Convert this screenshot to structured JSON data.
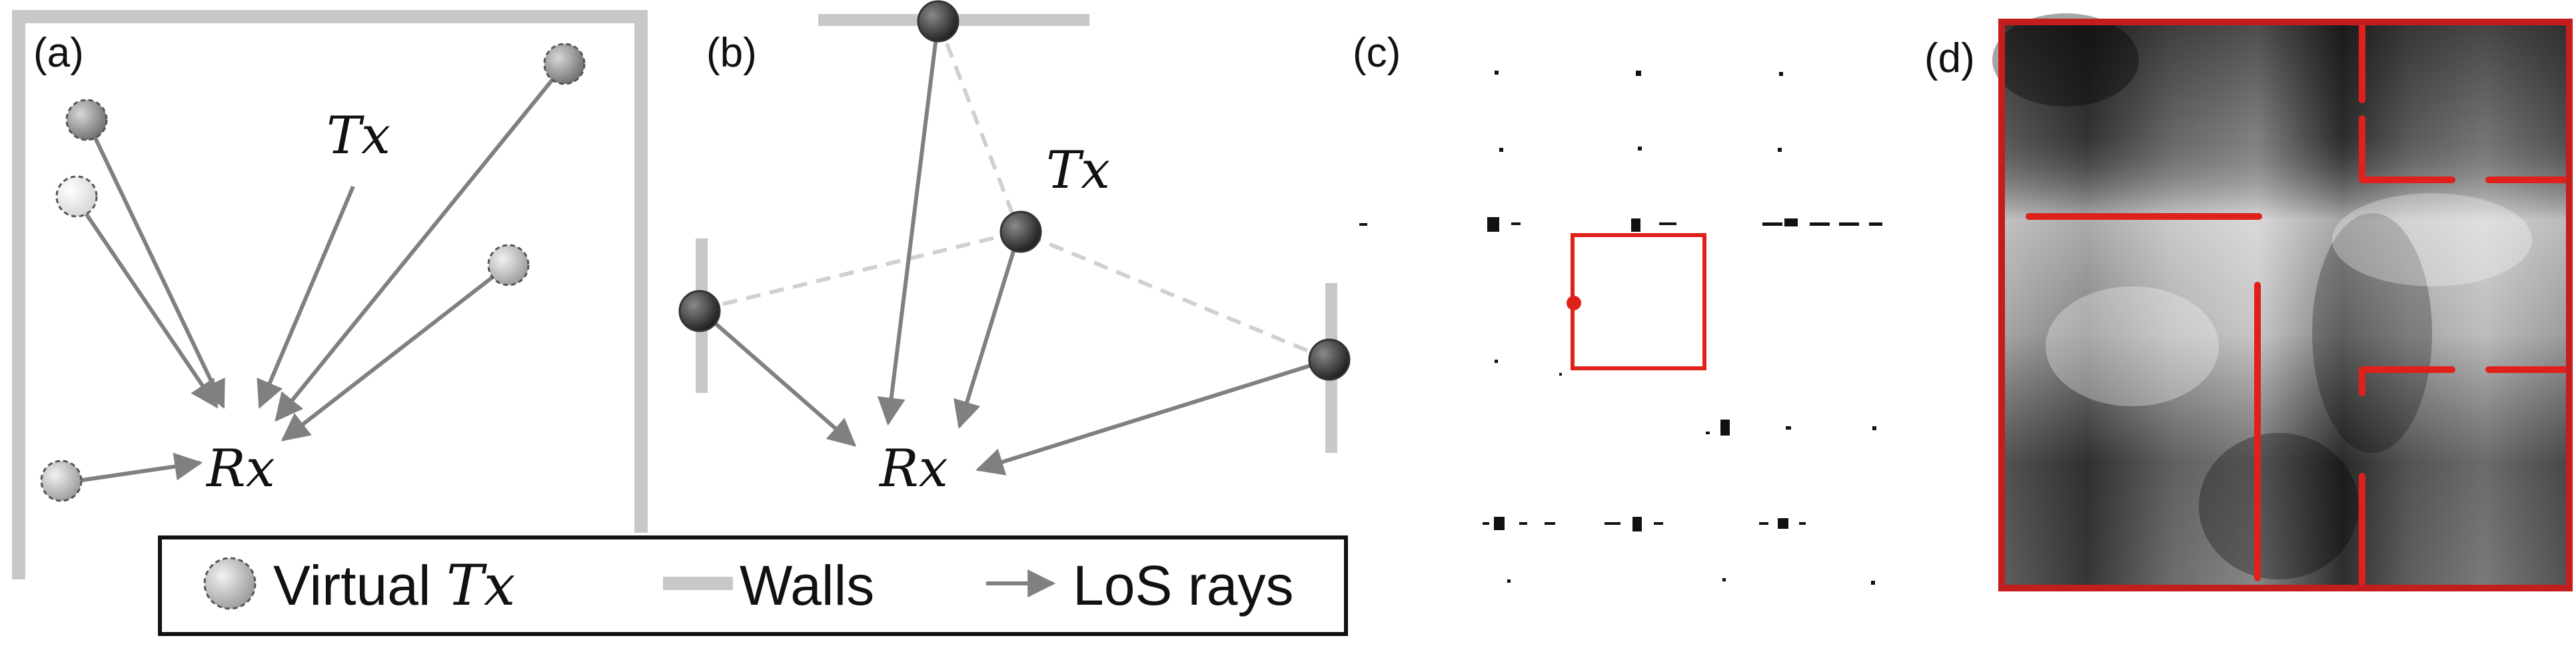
{
  "panels": {
    "a": {
      "label": "(a)",
      "tx": "Tx",
      "rx": "Rx"
    },
    "b": {
      "label": "(b)",
      "tx": "Tx",
      "rx": "Rx"
    },
    "c": {
      "label": "(c)"
    },
    "d": {
      "label": "(d)"
    }
  },
  "legend": {
    "virtual_prefix": "Virtual ",
    "virtual_math": "Tx",
    "walls": "Walls",
    "rays": "LoS rays"
  },
  "colors": {
    "wall": "#c8c8c8",
    "ray": "#808080",
    "dashed": "#d0d0d0",
    "red": "#e0201a",
    "frame_red": "#c41d1d"
  }
}
